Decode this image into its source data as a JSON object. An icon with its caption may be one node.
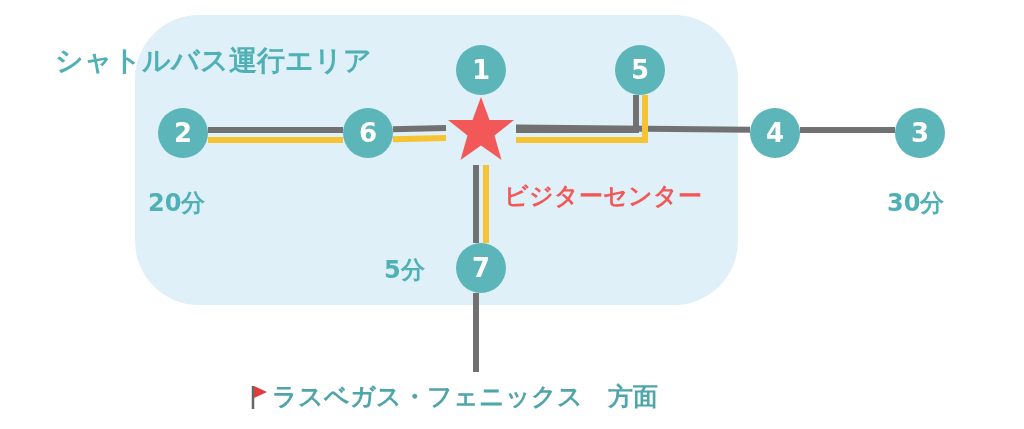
{
  "diagram": {
    "nodes": [
      {
        "text": [
          "シャトルバス運行エリア"
        ]
      },
      {
        "text": [
          "1"
        ],
        "in": 0
      },
      {
        "text": [
          "5"
        ],
        "in": 0
      },
      {
        "text": [
          "2"
        ],
        "in": 0,
        "beside": [
          "20分"
        ]
      },
      {
        "text": [
          "6"
        ],
        "in": 0
      },
      {
        "text": [],
        "shape": "star",
        "in": 0,
        "beside": [
          "ビジターセンター"
        ]
      },
      {
        "text": [
          "4"
        ]
      },
      {
        "text": [
          "3"
        ],
        "beside": [
          "30分"
        ]
      },
      {
        "text": [
          "7"
        ],
        "in": 0,
        "beside": [
          "5分"
        ]
      },
      {
        "text": [
          "ラスベガス・フェニックス　方面"
        ]
      }
    ],
    "edges": [
      {
        "from": 3,
        "to": 4,
        "arrow": "none"
      },
      {
        "from": 4,
        "to": 5,
        "arrow": "none"
      },
      {
        "from": 5,
        "to": 2,
        "arrow": "none"
      },
      {
        "from": 5,
        "to": 6,
        "arrow": "none"
      },
      {
        "from": 6,
        "to": 7,
        "arrow": "none"
      },
      {
        "from": 5,
        "to": 8,
        "arrow": "none"
      },
      {
        "from": 8,
        "to": 9,
        "arrow": "none"
      },
      {
        "from": 3,
        "to": 4,
        "arrow": "none",
        "color": "#f7c331"
      },
      {
        "from": 4,
        "to": 5,
        "arrow": "none",
        "color": "#f7c331"
      },
      {
        "from": 5,
        "to": 2,
        "arrow": "none",
        "color": "#f7c331"
      },
      {
        "from": 5,
        "to": 8,
        "arrow": "none",
        "color": "#f7c331"
      }
    ]
  }
}
